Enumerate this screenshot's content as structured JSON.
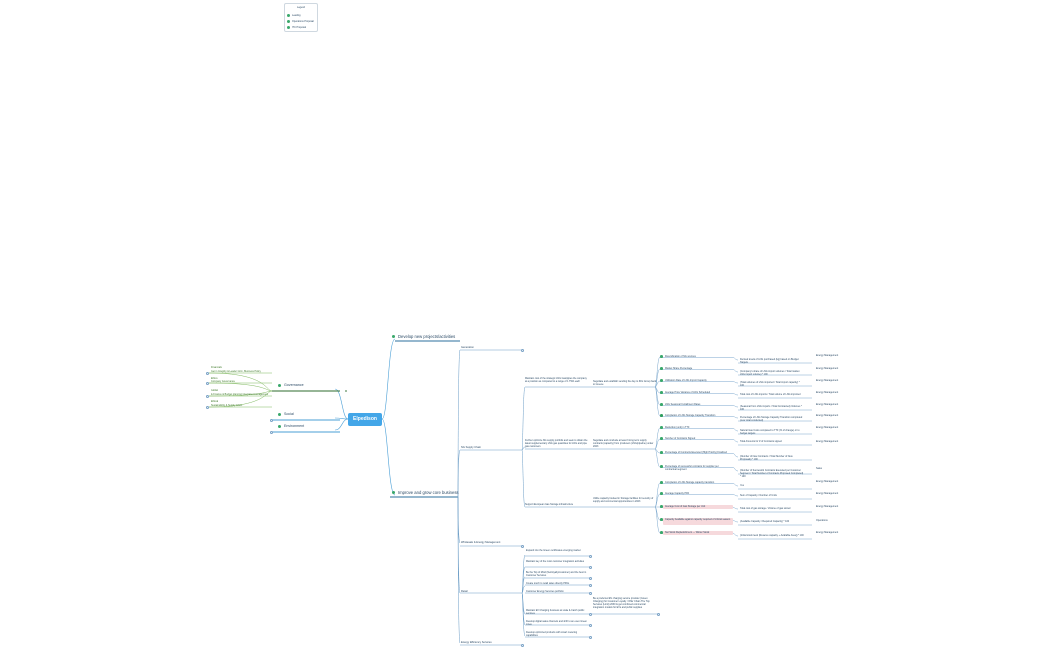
{
  "legend": {
    "title": "Legend",
    "items": [
      "Leading",
      "Operations Proposal",
      "ITC Proposal"
    ]
  },
  "root": "Elpedison",
  "left": {
    "governance": "Governance",
    "social": "Social",
    "environment": "Environment",
    "gov_items": [
      {
        "head": "Financials",
        "text": "Get in Integrity & Leader Grim, Business Policy"
      },
      {
        "head": "Ethics",
        "text": "Company Governance"
      },
      {
        "head": "Global",
        "text": "& Finance & Budget planning Integrated management"
      },
      {
        "head": "Ethical",
        "text": "Sustainability & Supply Chain"
      }
    ]
  },
  "branches": {
    "top": "Develop new projects/activities",
    "main": "Improve and grow core business"
  },
  "level2": [
    "Generation",
    "NG Supply Chain",
    "Wholesale & Energy Management",
    "Retail",
    "Energy Efficiency Services"
  ],
  "ngsc": {
    "objectives": [
      "Maintain cost of the strategic LNG Gas/pipes the company at a position as compared to a range of 1 TWh each",
      "Further optimize NG supply portfolio and seek to obtain the latest supplementary LNG gas quantities for LNG and pipe gas customers",
      "Support European Gas Storage infrastructure"
    ],
    "initiatives": [
      "Negotiate and establish sending the day to ING Group back to Greece",
      "Negotiate and conclude at least 3 long term supply contracts (capacity) from producers (LNG/pipeline) under 2023",
      "Utilize capacity booked in Storage facilities for security of supply and commercial opportunities in 2023"
    ],
    "kpis": [
      "Diversification of NG sources",
      "Market Share Percentage",
      "Utilization Rate of LNG Import Capacity",
      "Average Price Variance of LNG Scheduled",
      "LNG Seasonal Curtailment Rates",
      "Completion of LNG Storage Capacity Transition",
      "Reduction (unit) in TTF",
      "Number of Contracts Signed",
      "Percentage of Contracts Executed (High Priority) Finalized",
      "Percentage of successful contracts for supplier per contractual segment",
      "Completion of LNG Storage capacity transition",
      "Average Capacity PPA",
      "Average Cost of Gas Storage per Unit",
      "Capacity Available against capacity required of critical season",
      "Net Stock Replenishment — Winter Stock"
    ],
    "measures": [
      "Derived levels of LNG purchased (kg) based on Budget Targets",
      "(Company's share of LNG import volumes / Total market LNG import volume) * 100",
      "(Total volumes of LNG imported / Total import capacity) * 100",
      "Total cost of LNG imports / Total volume of LNG imported",
      "(Seasonal from LNG imports / Total Contracted) Volumes * 100",
      "Percentage of LNG Storage Capacity Transition completed (over total conducted)",
      "Natural Gas Costs compared to TTF (% of change) or to budget targets",
      "Total Amounts for # of Contracts signed",
      "(Number of New Contracts / Total Number of New Proposals) * 100",
      "(Number of Successful Contracts Executed per Customer Segment / Total Number of Contracts Proposed Completed) * 100",
      "Yes",
      "Sum of Capacity / Number of Units",
      "Total cost of gas storage / Volume of gas stored",
      "(Available Capacity / Required Capacity) * 100",
      "(Initial stock level (Reserve capacity + Available Area)) * 100"
    ],
    "owners": [
      "Energy Management",
      "Energy Management",
      "Energy Management",
      "Energy Management",
      "Energy Management",
      "Energy Management",
      "Energy Management",
      "Energy Management",
      "Sales",
      "Energy Management",
      "Energy Management",
      "Energy Management",
      "Operations",
      "Energy Management"
    ]
  },
  "retail": {
    "objectives": [
      "Expand into the Green certificates emerging market",
      "Maintain key of the most customer integration activities",
      "Be the Top of Mind (Net/loyalty/customer) and the best in Customer Services",
      "Create touch to retail sales directly PPAs",
      "Customer Energy Services portfolio",
      "Maintain EV Charging business at scale & Catch public services",
      "Develop digital sales channels and shift to an even Green Lines",
      "Develop optimized products with smart metering capabilities"
    ],
    "initiative": "Be a preferred EV charging service provider (Green Charging) for Customer Loyalty / Offer Chain The Top Services (Limit) 2030 & get combined commercial integration models for EVs and public supplies"
  }
}
